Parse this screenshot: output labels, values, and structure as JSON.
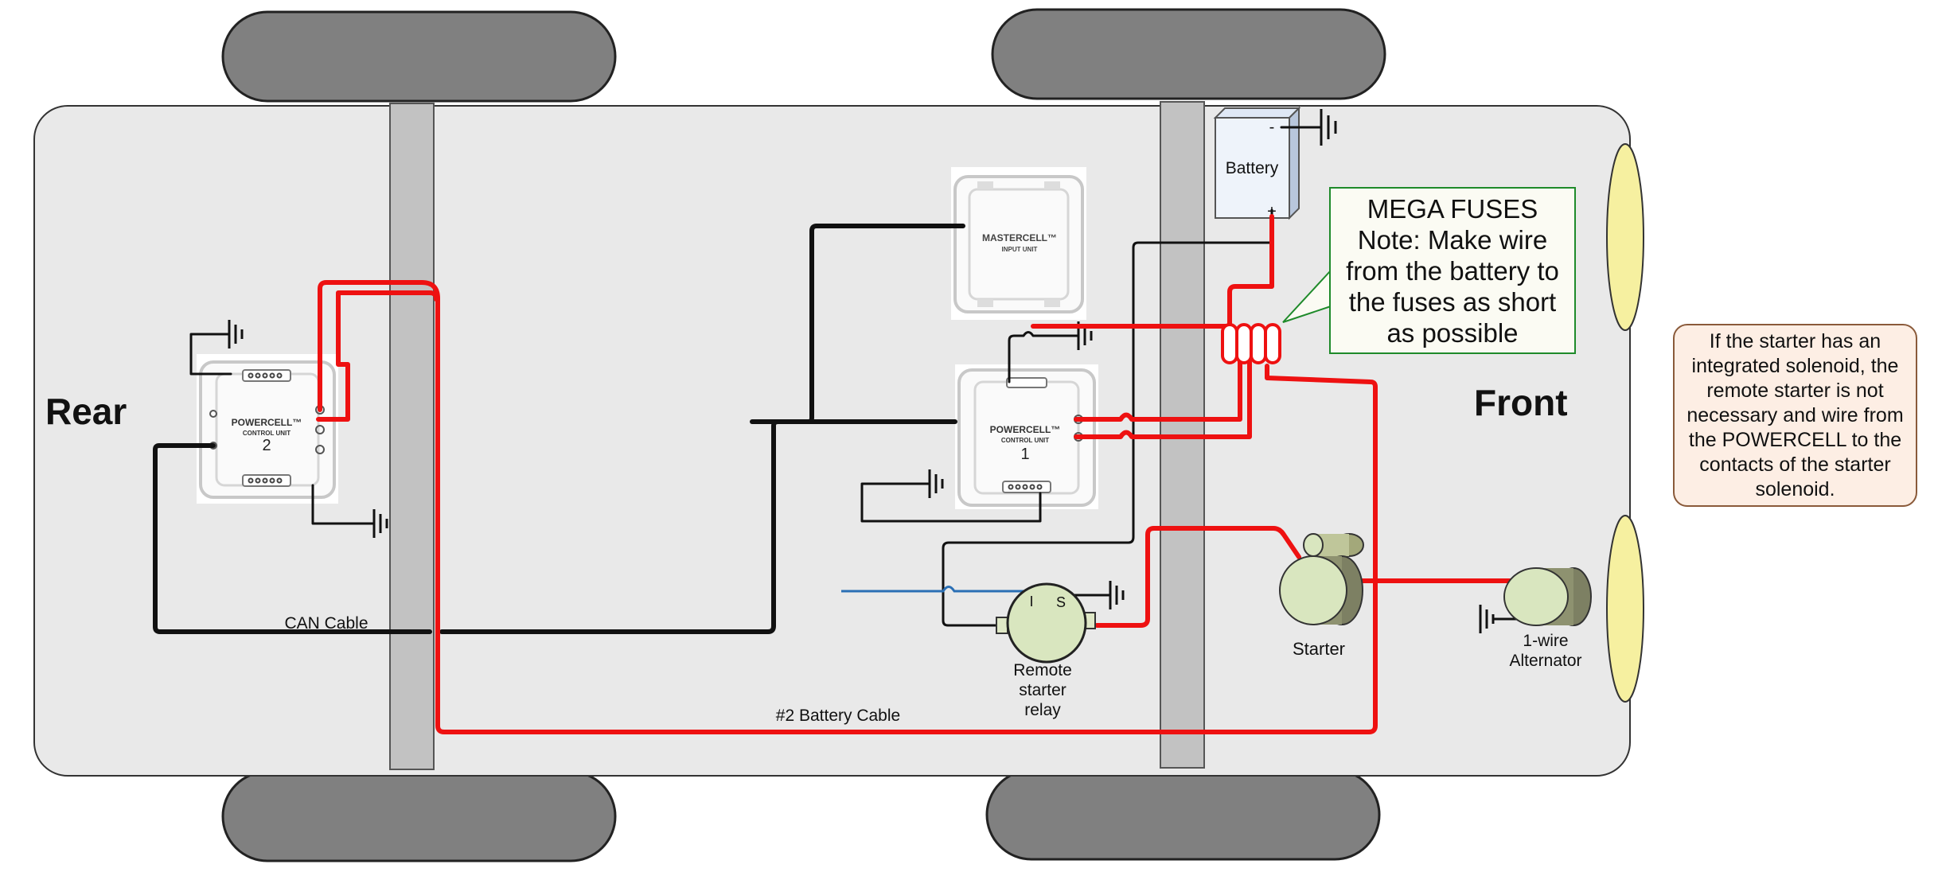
{
  "labels": {
    "rear": "Rear",
    "front": "Front",
    "battery": "Battery",
    "battery_minus": "-",
    "battery_plus": "+",
    "can_cable": "CAN Cable",
    "battery_cable": "#2 Battery Cable",
    "starter": "Starter",
    "alternator_line1": "1-wire",
    "alternator_line2": "Alternator",
    "relay_line1": "Remote",
    "relay_line2": "starter",
    "relay_line3": "relay",
    "relay_terminal_i": "I",
    "relay_terminal_s": "S"
  },
  "modules": {
    "mastercell": {
      "name": "MASTERCELL™",
      "sub": "INPUT UNIT"
    },
    "powercell_1": {
      "name": "POWERCELL™",
      "sub": "CONTROL UNIT",
      "number": "1"
    },
    "powercell_2": {
      "name": "POWERCELL™",
      "sub": "CONTROL UNIT",
      "number": "2"
    }
  },
  "fuse_note": {
    "lines": [
      "MEGA FUSES",
      "Note: Make wire",
      "from the battery to",
      "the fuses as short",
      "as possible"
    ]
  },
  "starter_note": {
    "lines": [
      "If the starter has an",
      "integrated solenoid, the",
      "remote starter is not",
      "necessary and wire from",
      "the POWERCELL to the",
      "contacts of the starter",
      "solenoid."
    ]
  },
  "colors": {
    "power_wire": "#ee1111",
    "ground_wire": "#111111",
    "signal_wire": "#2a6fb5",
    "car_body": "#e9e9e9",
    "tire": "#808080",
    "axle": "#c2c2c2",
    "headlight": "#f6f0a0",
    "fuse_note_border": "#1e8a2a",
    "starter_note_border": "#8a5a3a"
  }
}
